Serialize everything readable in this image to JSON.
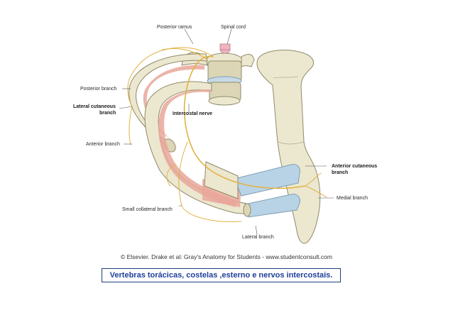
{
  "labels": {
    "posterior_ramus": "Posterior ramus",
    "spinal_cord": "Spinal cord",
    "posterior_branch": "Posterior branch",
    "lateral_cutaneous_1": "Lateral cutaneous",
    "lateral_cutaneous_2": "branch",
    "intercostal_nerve": "Intercostal nerve",
    "anterior_branch": "Anterior branch",
    "anterior_cutaneous_1": "Anterior cutaneous",
    "anterior_cutaneous_2": "branch",
    "medial_branch": "Medial branch",
    "small_collateral_branch": "Small collateral branch",
    "lateral_branch": "Lateral branch"
  },
  "credit": "© Elsevier. Drake et al: Gray's Anatomy for Students - www.studentconsult.com",
  "caption": "Vertebras torácicas, costelas ,esterno e nervos intercostais.",
  "colors": {
    "bone": "#ece7cf",
    "muscle": "#e9a79a",
    "cartilage": "#b9d3e6",
    "nerve": "#e2b344",
    "caption_text": "#1f3f9a",
    "caption_border": "#1f3f7a"
  }
}
